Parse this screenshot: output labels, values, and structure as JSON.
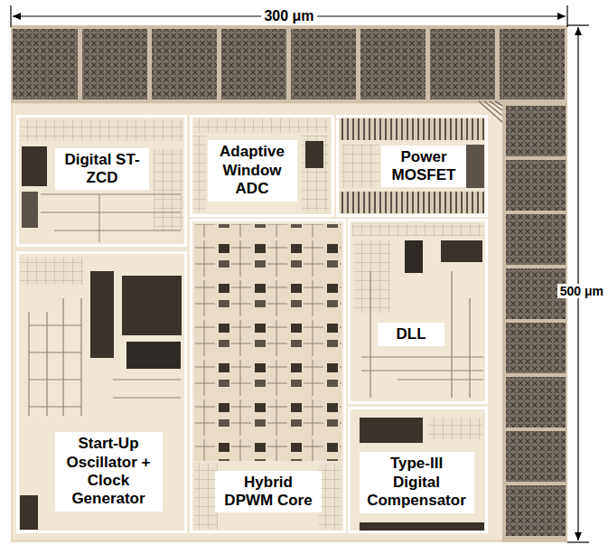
{
  "diagram": {
    "nodes": [
      {
        "text": [
          "Digital ST-ZCD"
        ]
      },
      {
        "text": [
          "Adaptive Window ADC"
        ]
      },
      {
        "text": [
          "Power MOSFET"
        ]
      },
      {
        "text": [
          "Start-Up Oscillator + Clock Generator"
        ]
      },
      {
        "text": [
          "Hybrid DPWM Core"
        ]
      },
      {
        "text": [
          "DLL"
        ]
      },
      {
        "text": [
          "Type-III Digital Compensator"
        ]
      }
    ],
    "labels": [
      "300 μm",
      "500 μm"
    ]
  }
}
